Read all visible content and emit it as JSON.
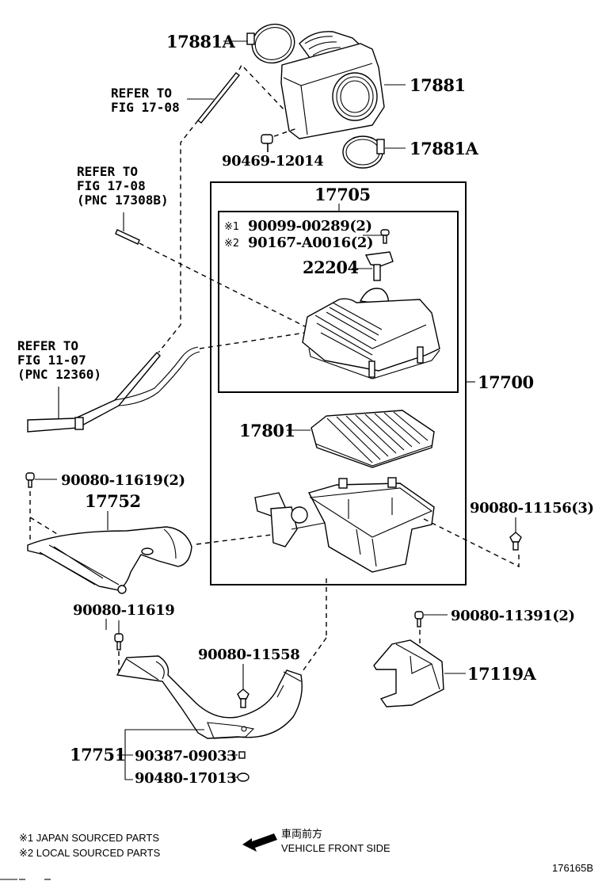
{
  "diagram": {
    "figure_id": "176165B",
    "callouts": {
      "clamp_top": "17881A",
      "air_inlet": "17881",
      "clip": "90469-12014",
      "clamp_bottom": "17881A",
      "cap_sub_assy": "17705",
      "screw_line1_mark": "※1",
      "screw_line1": "90099-00289(2)",
      "screw_line2_mark": "※2",
      "screw_line2": "90167-A0016(2)",
      "mass_air_flow_meter": "22204",
      "air_cleaner_assy": "17700",
      "filter_element": "17801",
      "case_bolt": "90080-11156(3)",
      "duct_bolt_top": "90080-11619(2)",
      "inlet_duct": "17752",
      "duct_bolt_bottom": "90080-11619",
      "hose_bolt": "90080-11558",
      "bracket_bolt": "90080-11391(2)",
      "bracket": "17119A",
      "outlet_hose": "17751",
      "hose_part_a": "90387-09033",
      "hose_part_b": "90480-17013"
    },
    "references": {
      "ref1": {
        "line1": "REFER TO",
        "line2": "FIG 17-08"
      },
      "ref2": {
        "line1": "REFER TO",
        "line2": "FIG 17-08",
        "line3": "(PNC 17308B)"
      },
      "ref3": {
        "line1": "REFER TO",
        "line2": "FIG 11-07",
        "line3": "(PNC 12360)"
      }
    },
    "legend": {
      "note1": "※1 JAPAN SOURCED PARTS",
      "note2": "※2 LOCAL SOURCED PARTS",
      "direction_jp": "車両前方",
      "direction_en": "VEHICLE FRONT SIDE"
    }
  }
}
